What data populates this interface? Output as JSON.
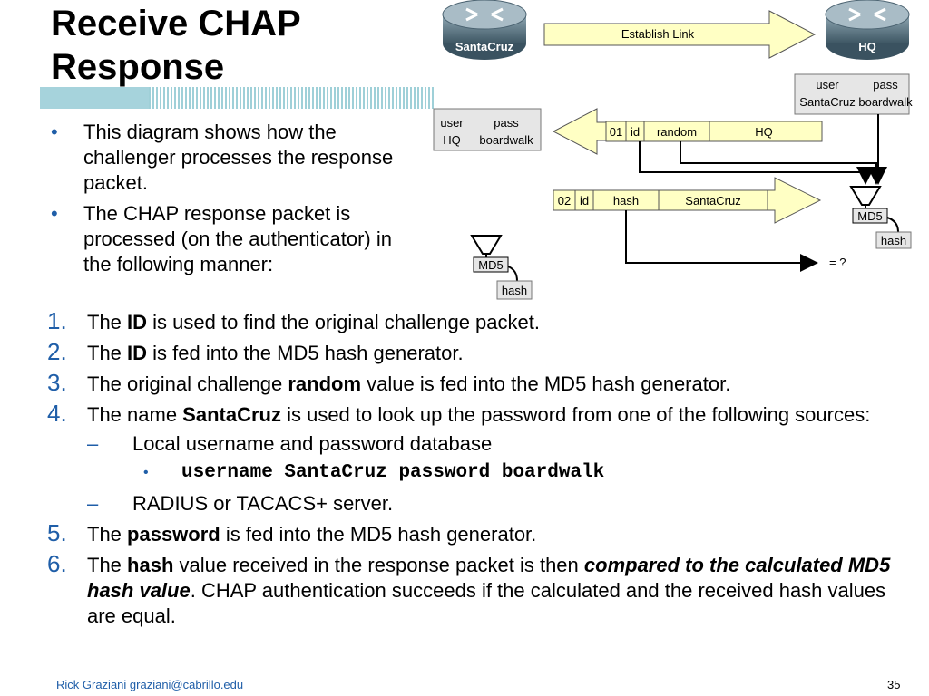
{
  "slide": {
    "title_line1": "Receive CHAP",
    "title_line2": "Response",
    "bullets": [
      "This diagram shows how the challenger processes the response packet.",
      "The CHAP response packet is processed (on the authenticator) in the following manner:"
    ],
    "steps": {
      "s1": {
        "num": "1.",
        "a": "The ",
        "b": "ID",
        "c": " is used to find the original challenge packet."
      },
      "s2": {
        "num": "2.",
        "a": "The ",
        "b": "ID",
        "c": " is fed into the MD5 hash generator."
      },
      "s3": {
        "num": "3.",
        "a": "The original challenge ",
        "b": "random",
        "c": " value is fed into the MD5 hash generator."
      },
      "s4": {
        "num": "4.",
        "a": "The name ",
        "b": "SantaCruz",
        "c": " is used to look up the password from one of the following sources:",
        "sub1": "Local username and password database",
        "subsub": "username SantaCruz password boardwalk",
        "sub2": "RADIUS or TACACS+ server."
      },
      "s5": {
        "num": "5.",
        "a": "The ",
        "b": "password",
        "c": " is fed into the MD5 hash generator."
      },
      "s6": {
        "num": "6.",
        "a": "The ",
        "b": "hash",
        "c": " value received in the response packet is then ",
        "d": "compared to the calculated MD5 hash value",
        "e": ". CHAP authentication succeeds if the calculated and the received hash values are equal."
      }
    },
    "footer_author": "Rick Graziani  graziani@cabrillo.edu",
    "page_number": "35"
  },
  "diagram": {
    "router_left": "SantaCruz",
    "router_right": "HQ",
    "establish_link": "Establish Link",
    "db_right": {
      "h1": "user",
      "h2": "pass",
      "v1": "SantaCruz",
      "v2": "boardwalk"
    },
    "db_left": {
      "h1": "user",
      "h2": "pass",
      "v1": "HQ",
      "v2": "boardwalk"
    },
    "challenge_packet": [
      "01",
      "id",
      "random",
      "HQ"
    ],
    "response_packet": [
      "02",
      "id",
      "hash",
      "SantaCruz"
    ],
    "md5_label": "MD5",
    "hash_label": "hash",
    "compare_label": "= ?"
  }
}
